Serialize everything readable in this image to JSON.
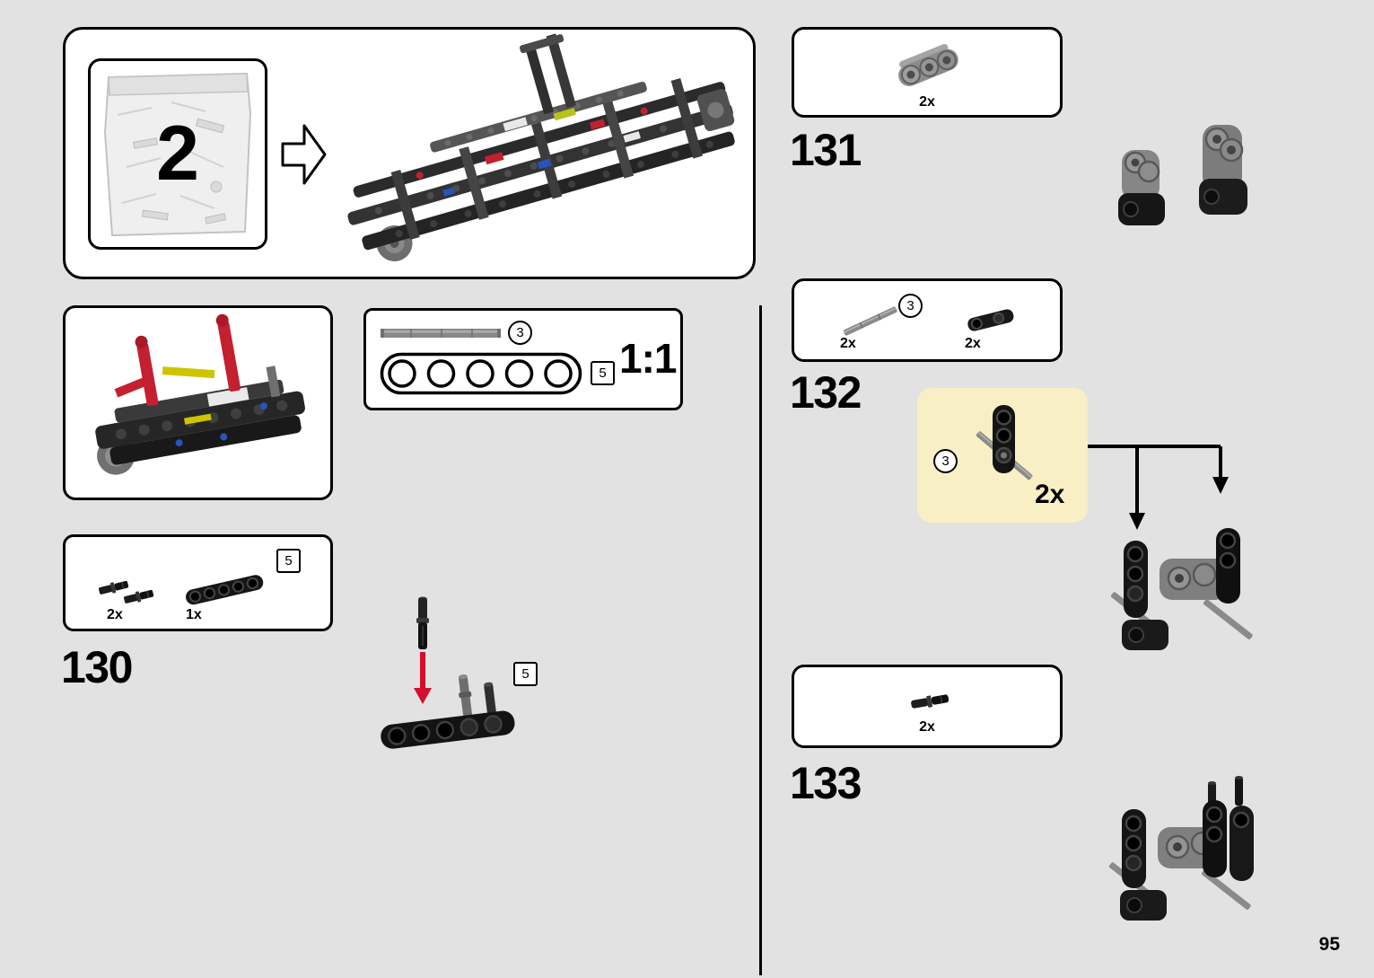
{
  "page": {
    "number": "95"
  },
  "bag": {
    "number": "2"
  },
  "scale": {
    "ratio": "1:1",
    "axle_callout": "3",
    "beam_callout": "5"
  },
  "steps": {
    "s130": {
      "number": "130",
      "box_callout": "5",
      "assembly_callout": "5",
      "parts": [
        {
          "qty": "2x",
          "part": "pin-long-black"
        },
        {
          "qty": "1x",
          "part": "technic-beam-5-black"
        }
      ]
    },
    "s131": {
      "number": "131",
      "parts": [
        {
          "qty": "2x",
          "part": "pin-connector-3l-gray"
        }
      ]
    },
    "s132": {
      "number": "132",
      "parts": [
        {
          "qty": "2x",
          "part": "axle-3-gray",
          "callout": "3"
        },
        {
          "qty": "2x",
          "part": "cross-block-black"
        }
      ],
      "inset": {
        "callout": "3",
        "qty": "2x"
      }
    },
    "s133": {
      "number": "133",
      "parts": [
        {
          "qty": "2x",
          "part": "pin-black"
        }
      ]
    }
  },
  "icons": {
    "progress_arrow": "outline-right-arrow",
    "insertion_arrow": "red-down-arrow",
    "branch_arrows": "black-elbow-down-arrows"
  },
  "colors": {
    "page_bg": "#e2e2e2",
    "panel_bg": "#ffffff",
    "panel_border": "#000000",
    "highlight_bg": "#f8efc5",
    "arrow_red": "#d40f2c"
  }
}
